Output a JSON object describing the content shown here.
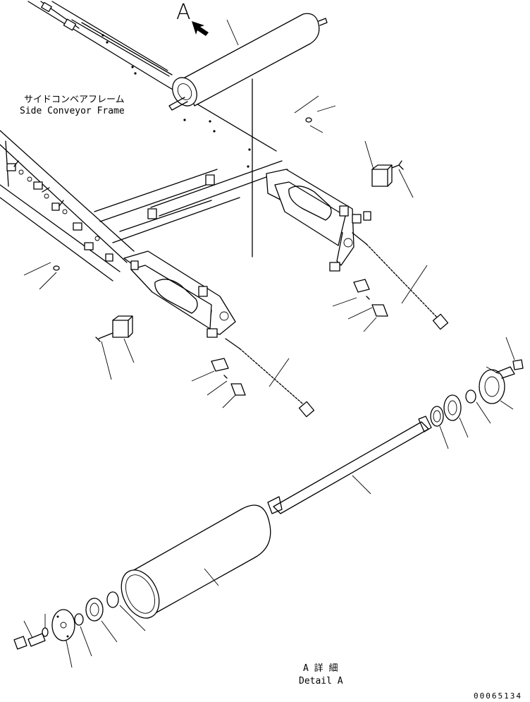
{
  "view_label": "A",
  "frame_label": {
    "jp": "サイドコンベアフレーム",
    "en": "Side Conveyor Frame"
  },
  "detail_label": {
    "jp": "A 詳 細",
    "en": "Detail A"
  },
  "drawing_number": "00065134"
}
